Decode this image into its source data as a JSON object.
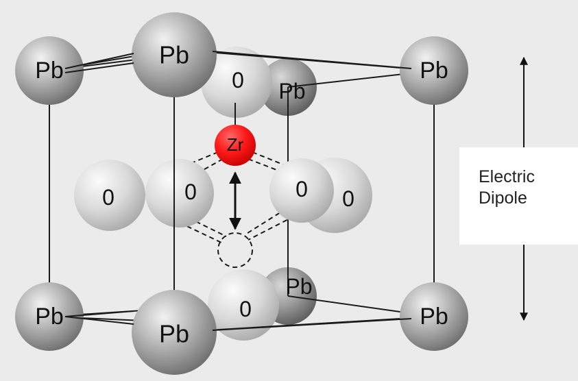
{
  "diagram": {
    "lead_symbol": "Pb",
    "oxygen_symbol": "0",
    "zirconium_symbol": "Zr",
    "dipole_label_line1": "Electric",
    "dipole_label_line2": "Dipole",
    "colors": {
      "background": "#ebebeb",
      "zirconium": "#ff1a1a",
      "lead_sphere": "#9a9a9a",
      "oxygen_sphere": "#d4d4d4",
      "lines": "#1a1a1a"
    }
  }
}
